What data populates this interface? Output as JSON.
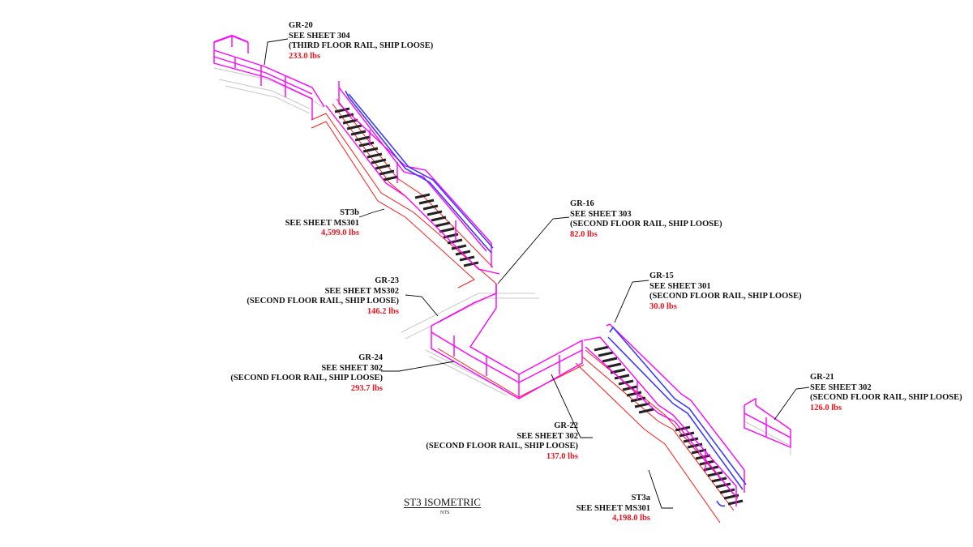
{
  "title": "ST3 ISOMETRIC",
  "scale": "NTS",
  "colors": {
    "guardrail": "#ff00ff",
    "handrail": "#3c3cff",
    "stringer": "#ff1a1a",
    "tread": "#222222",
    "leader": "#000000",
    "weight": "#e8141e",
    "ghost": "#c8c8c8"
  },
  "callouts": {
    "gr20": {
      "mark": "GR-20",
      "sheet": "SEE SHEET 304",
      "desc": "(THIRD FLOOR RAIL, SHIP LOOSE)",
      "weight": "233.0 lbs"
    },
    "st3b": {
      "mark": "ST3b",
      "sheet": "SEE SHEET MS301",
      "weight": "4,599.0 lbs"
    },
    "gr16": {
      "mark": "GR-16",
      "sheet": "SEE SHEET 303",
      "desc": "(SECOND FLOOR RAIL, SHIP LOOSE)",
      "weight": "82.0 lbs"
    },
    "gr23": {
      "mark": "GR-23",
      "sheet": "SEE SHEET MS302",
      "desc": "(SECOND FLOOR RAIL, SHIP LOOSE)",
      "weight": "146.2 lbs"
    },
    "gr15": {
      "mark": "GR-15",
      "sheet": "SEE SHEET 301",
      "desc": "(SECOND FLOOR RAIL, SHIP LOOSE)",
      "weight": "30.0 lbs"
    },
    "gr24": {
      "mark": "GR-24",
      "sheet": "SEE SHEET 302",
      "desc": "(SECOND FLOOR RAIL, SHIP LOOSE)",
      "weight": "293.7 lbs"
    },
    "gr21": {
      "mark": "GR-21",
      "sheet": "SEE SHEET 302",
      "desc": "(SECOND FLOOR RAIL, SHIP LOOSE)",
      "weight": "126.0 lbs"
    },
    "gr22": {
      "mark": "GR-22",
      "sheet": "SEE SHEET 302",
      "desc": "(SECOND FLOOR RAIL, SHIP LOOSE)",
      "weight": "137.0 lbs"
    },
    "st3a": {
      "mark": "ST3a",
      "sheet": "SEE SHEET MS301",
      "weight": "4,198.0 lbs"
    }
  }
}
